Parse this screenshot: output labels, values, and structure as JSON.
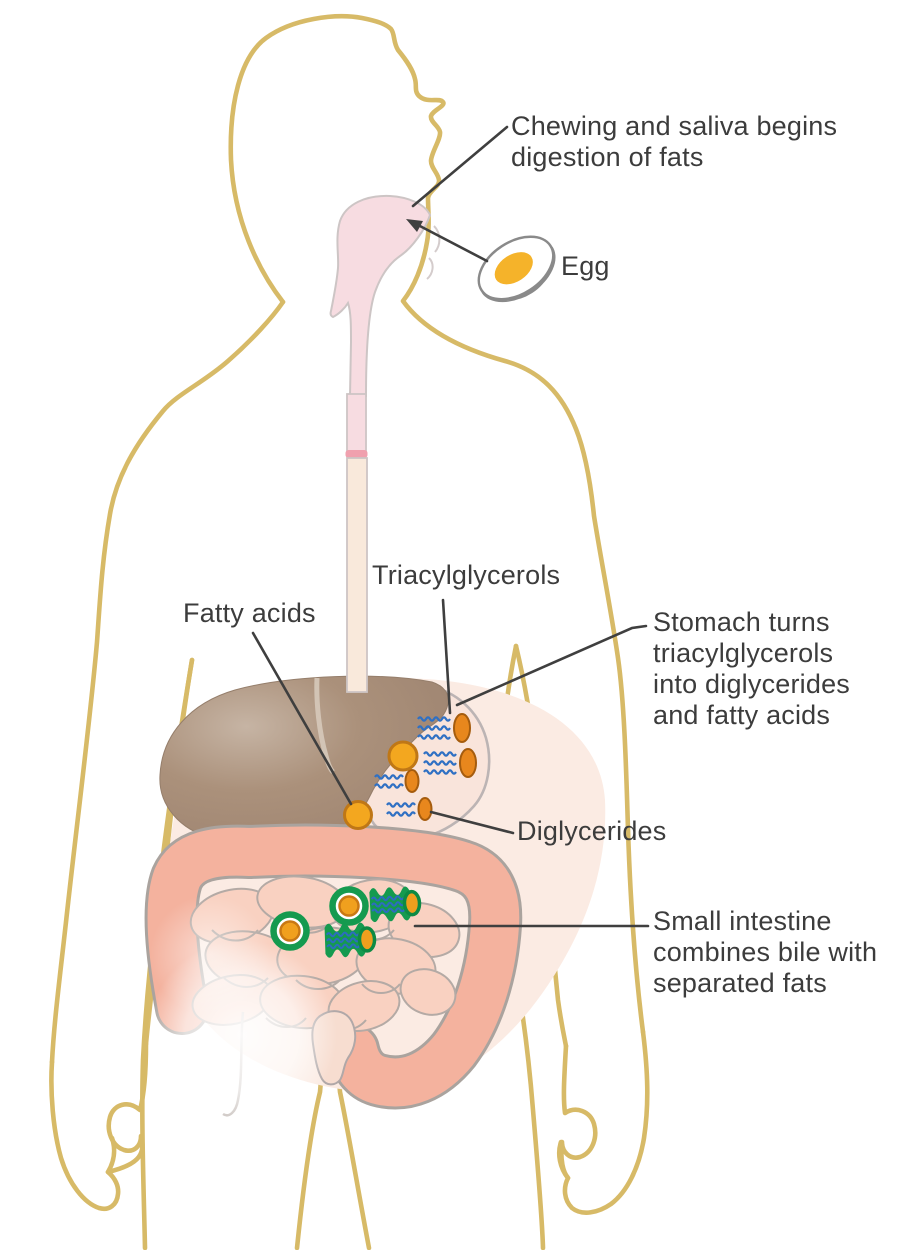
{
  "title": "Fat digestion in the human body (diagram)",
  "labels": {
    "chewing": "Chewing and saliva begins\ndigestion of fats",
    "egg": "Egg",
    "triacylglycerols": "Triacylglycerols",
    "fatty_acids": "Fatty acids",
    "stomach_turns": "Stomach turns\ntriacylglycerols\ninto diglycerides\nand fatty acids",
    "diglycerides": "Diglycerides",
    "small_intestine": "Small intestine\ncombines bile with\nseparated fats"
  },
  "icons": [
    {
      "name": "egg-icon",
      "meaning": "Halved egg (dietary fat)"
    },
    {
      "name": "triacylglycerol-icon",
      "meaning": "Triacylglycerol (three chains + glycerol head)"
    },
    {
      "name": "diglyceride-icon",
      "meaning": "Diglyceride (two chains + glycerol head)"
    },
    {
      "name": "fatty-acid-icon",
      "meaning": "Fatty acid droplet"
    },
    {
      "name": "micelle-icon",
      "meaning": "Bile-coated fat droplet"
    },
    {
      "name": "bile-coated-fat-icon",
      "meaning": "Bile combined with separated fat"
    }
  ],
  "colors": {
    "text": "#3c3c3c",
    "leader": "#3f3f3f",
    "outline": "#d7ba67",
    "mouth": "#f7dce1",
    "esoLower": "#f9e9db",
    "band": "#f0a0ae",
    "giStroke": "#cdc5c5",
    "abdomen": "#fbebe3",
    "stomach": "#f9e4db",
    "stomachStroke": "#bcb4b4",
    "liverLight": "#c3b1a1",
    "liverDark": "#a1876f",
    "gallbladder": "#abd6c8",
    "pancreas": "#f8efcc",
    "colon": "#f4b29e",
    "colonStroke": "#aaa39e",
    "smallInt": "#f9d1c1",
    "smallIntStroke": "#b4aaa5",
    "rectum": "#f7ddd0",
    "wave": "#2f70c3",
    "oval": "#e8871d",
    "ovalStroke": "#a55c0e",
    "fattyAcid": "#f3a71f",
    "fattyAcidStroke": "#bf7716",
    "bileGreen": "#159a4f",
    "eggYolk": "#f5b32a",
    "eggShell": "#8a8a8a"
  }
}
